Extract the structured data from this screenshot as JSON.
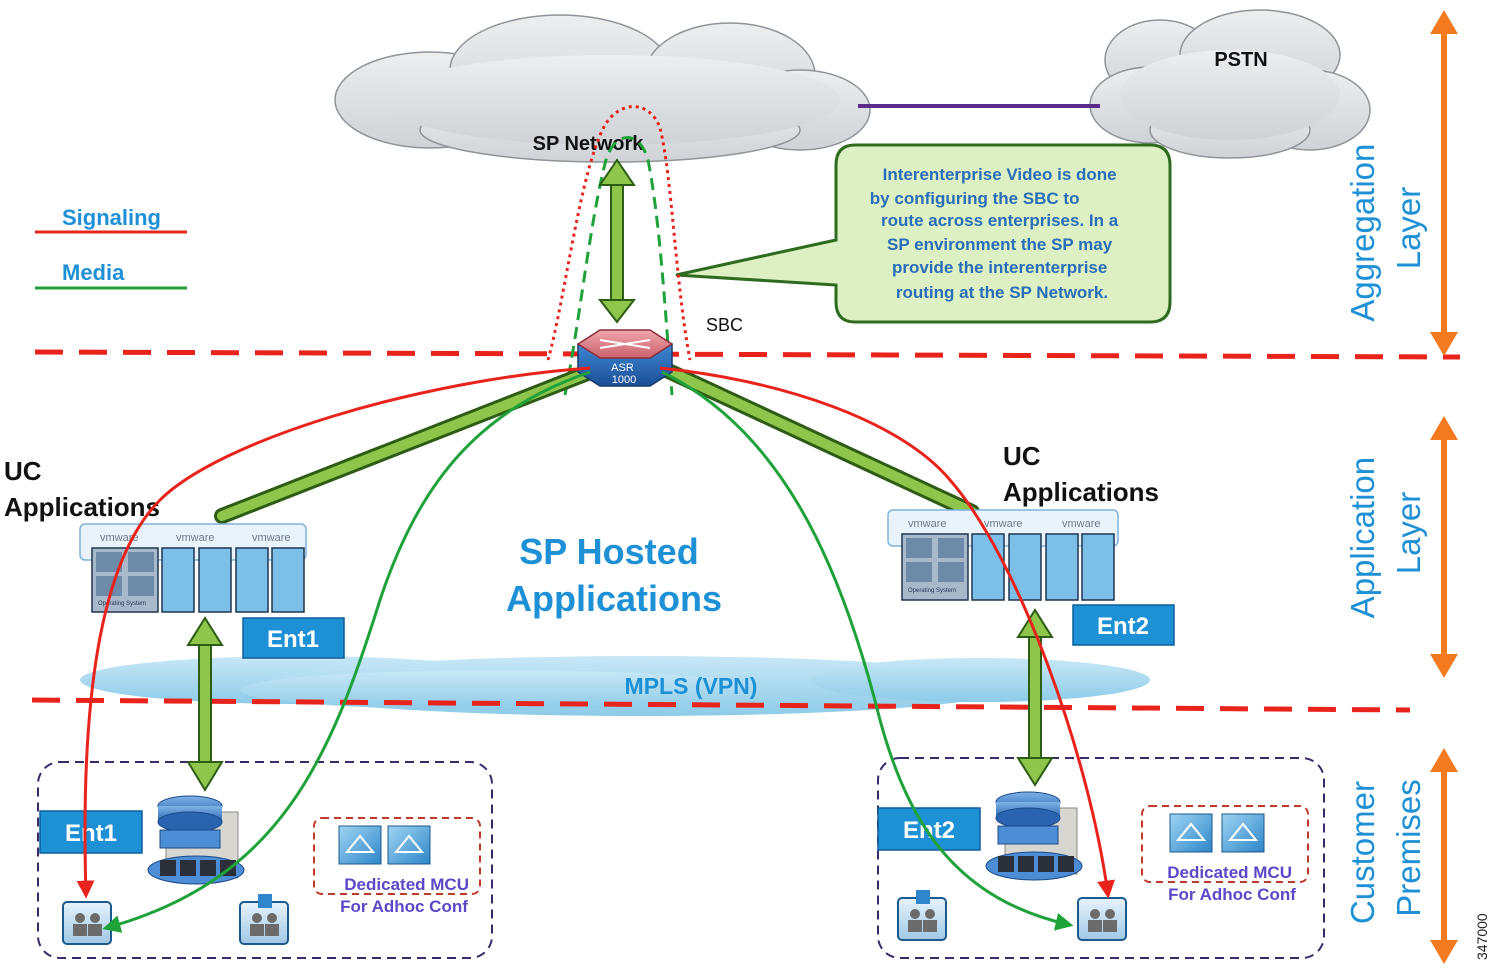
{
  "labels": {
    "pstn": "PSTN",
    "sp_network": "SP Network",
    "sbc": "SBC",
    "router_model_line1": "ASR",
    "router_model_line2": "1000",
    "uc_apps_left_line1": "UC",
    "uc_apps_left_line2": "Applications",
    "uc_apps_right_line1": "UC",
    "uc_apps_right_line2": "Applications",
    "sp_hosted_line1": "SP Hosted",
    "sp_hosted_line2": "Applications",
    "mpls": "MPLS (VPN)",
    "ent1_upper": "Ent1",
    "ent2_upper": "Ent2",
    "ent1_lower": "Ent1",
    "ent2_lower": "Ent2",
    "mcu_left_line1": "Dedicated MCU",
    "mcu_left_line2": "For Adhoc Conf",
    "mcu_right_line1": "Dedicated MCU",
    "mcu_right_line2": "For Adhoc Conf",
    "vmware": "vmware",
    "operating_system": "Operating System",
    "figure_id": "347000"
  },
  "legend": {
    "signaling": "Signaling",
    "media": "Media"
  },
  "callout": {
    "lines": [
      "Interenterprise Video is done",
      "by configuring the SBC to",
      "route across enterprises. In a",
      "SP  environment the SP may",
      "provide the interenterprise",
      "routing at the SP Network."
    ]
  },
  "layers": {
    "aggregation_line1": "Aggregation",
    "aggregation_line2": "Layer",
    "application_line1": "Application",
    "application_line2": "Layer",
    "customer_line1": "Customer",
    "customer_line2": "Premises"
  },
  "colors": {
    "signaling": "#e8231c",
    "media": "#1fa23a",
    "boundary": "#e8231c",
    "layer_arrow": "#f47a20",
    "layer_text": "#1e90d6",
    "pstn_link": "#5b2c8a",
    "cloud": "#e4e6e8",
    "mpls_cloud": "#a8d8ef",
    "callout_fill": "#dcf0c4",
    "callout_border": "#2e6b1f",
    "ent_label_bg": "#1e90d6"
  }
}
